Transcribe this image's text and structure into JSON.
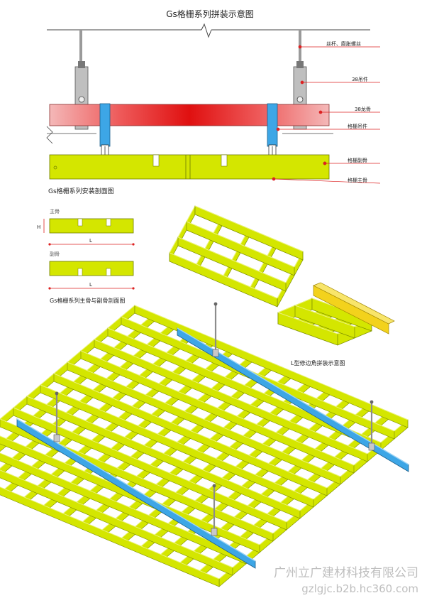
{
  "title": "Gs格栅系列拼装示意图",
  "section_view": {
    "caption": "Gs格栅系列安装剖面图",
    "callouts": [
      {
        "label": "丝杆、膨胀螺丝"
      },
      {
        "label": "38吊件"
      },
      {
        "label": "38龙骨"
      },
      {
        "label": "格栅吊件"
      },
      {
        "label": "格栅副骨"
      },
      {
        "label": "格栅主骨"
      }
    ]
  },
  "profiles": {
    "main_label": "主骨",
    "sub_label": "副骨",
    "height_mark": "H",
    "length_mark": "L",
    "caption": "Gs格栅系列主骨与副骨剖面图"
  },
  "corner_view": {
    "caption": "L型修边角拼装示意图"
  },
  "watermark": {
    "company": "广州立广建材科技有限公司",
    "url": "gzlgjc.b2b.hc360.com"
  },
  "colors": {
    "grid_face": "#d4e600",
    "grid_edge": "#7a8c00",
    "keel_red": "#e01010",
    "keel_pink": "#f2a0a0",
    "hanger_blue": "#3da6e6",
    "rod_gray": "#8c8c8c",
    "callout_red": "#dd2222",
    "corner_yellow": "#f3d21c"
  }
}
